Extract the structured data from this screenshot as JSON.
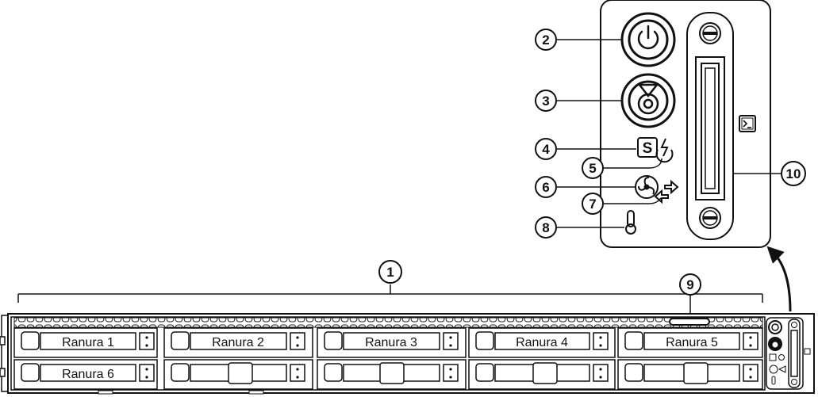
{
  "callouts": {
    "c1": "1",
    "c2": "2",
    "c3": "3",
    "c4": "4",
    "c5": "5",
    "c6": "6",
    "c7": "7",
    "c8": "8",
    "c9": "9",
    "c10": "10"
  },
  "slots": {
    "s1": "Ranura 1",
    "s2": "Ranura 2",
    "s3": "Ranura 3",
    "s4": "Ranura 4",
    "s5": "Ranura 5",
    "s6": "Ranura 6"
  },
  "panel": {
    "system_id_glyph": "S",
    "console_glyph": ">_"
  },
  "icons": [
    "power-button-icon",
    "unit-identification-button-icon",
    "system-health-icon",
    "power-supply-status-icon",
    "fan-status-icon",
    "network-link-icon",
    "temperature-icon",
    "kvm-console-connector-icon",
    "console-prompt-icon"
  ]
}
